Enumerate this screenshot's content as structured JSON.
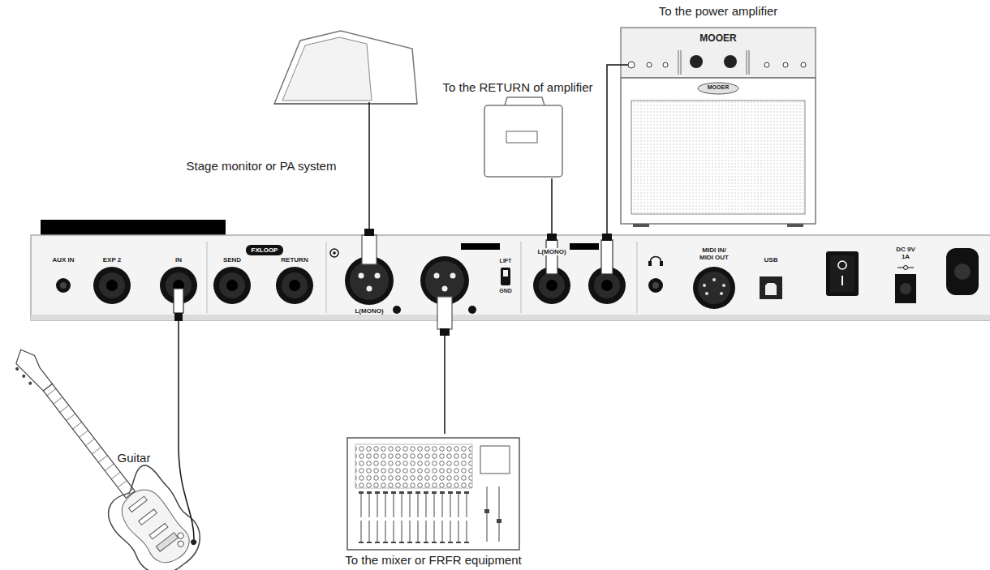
{
  "diagram": {
    "nodes": [
      {
        "text": [
          "AUX IN",
          "EXP 2",
          "FXLOOP",
          "SEND",
          "RETURN",
          "LIFT",
          "GND",
          "MIDI IN/ MIDI OUT",
          "USB",
          "DC 9V 1A"
        ]
      },
      {
        "text": [
          "IN"
        ],
        "in": 0
      },
      {
        "text": [
          "L(MONO)"
        ],
        "in": 0
      },
      {
        "text": [
          "L(MONO)"
        ],
        "in": 0
      },
      {
        "text": [
          "Guitar"
        ]
      },
      {
        "text": [
          "Stage monitor or PA system"
        ]
      },
      {
        "text": [
          "To the mixer or FRFR equipment"
        ]
      },
      {
        "text": [
          "To the RETURN of amplifier"
        ]
      },
      {
        "text": [
          "To the power amplifier"
        ]
      }
    ],
    "edges": [
      {
        "from": 4,
        "to": 1,
        "arrow": "none"
      },
      {
        "from": 2,
        "to": 5,
        "arrow": "none"
      },
      {
        "from": 0,
        "to": 6,
        "arrow": "none"
      },
      {
        "from": 3,
        "to": 7,
        "arrow": "none"
      },
      {
        "from": 0,
        "to": 8,
        "arrow": "none"
      }
    ],
    "labels": [
      "MOOER",
      "MOOER"
    ]
  }
}
